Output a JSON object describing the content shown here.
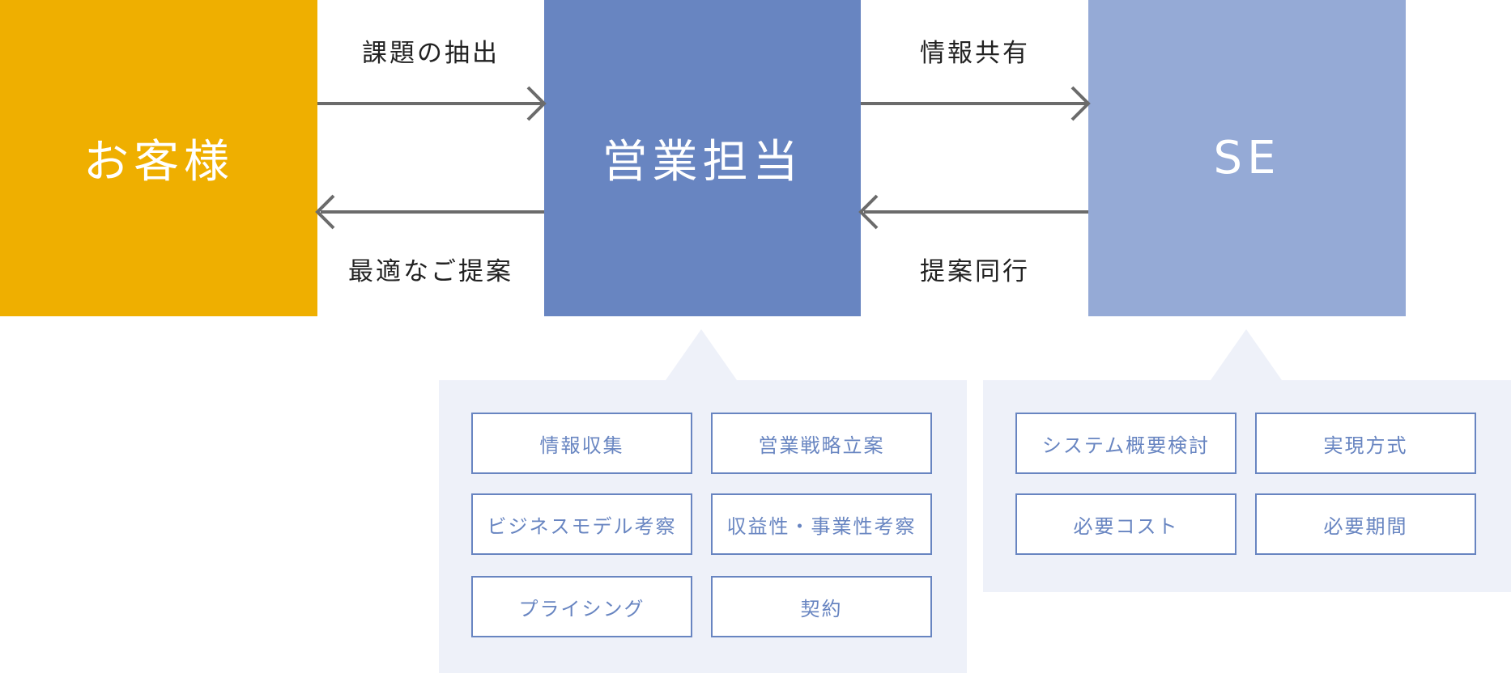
{
  "nodes": {
    "customer": "お客様",
    "sales": "営業担当",
    "se": "SE"
  },
  "flows": {
    "customer_to_sales": "課題の抽出",
    "sales_to_customer": "最適なご提案",
    "sales_to_se": "情報共有",
    "se_to_sales": "提案同行"
  },
  "sales_tasks": [
    "情報収集",
    "営業戦略立案",
    "ビジネスモデル考察",
    "収益性・事業性考察",
    "プライシング",
    "契約"
  ],
  "se_tasks": [
    "システム概要検討",
    "実現方式",
    "必要コスト",
    "必要期間"
  ],
  "colors": {
    "customer": "#efaf00",
    "sales": "#6885c1",
    "se": "#95aad6",
    "panel": "#eef1f9",
    "arrow": "#6b6b6b"
  }
}
